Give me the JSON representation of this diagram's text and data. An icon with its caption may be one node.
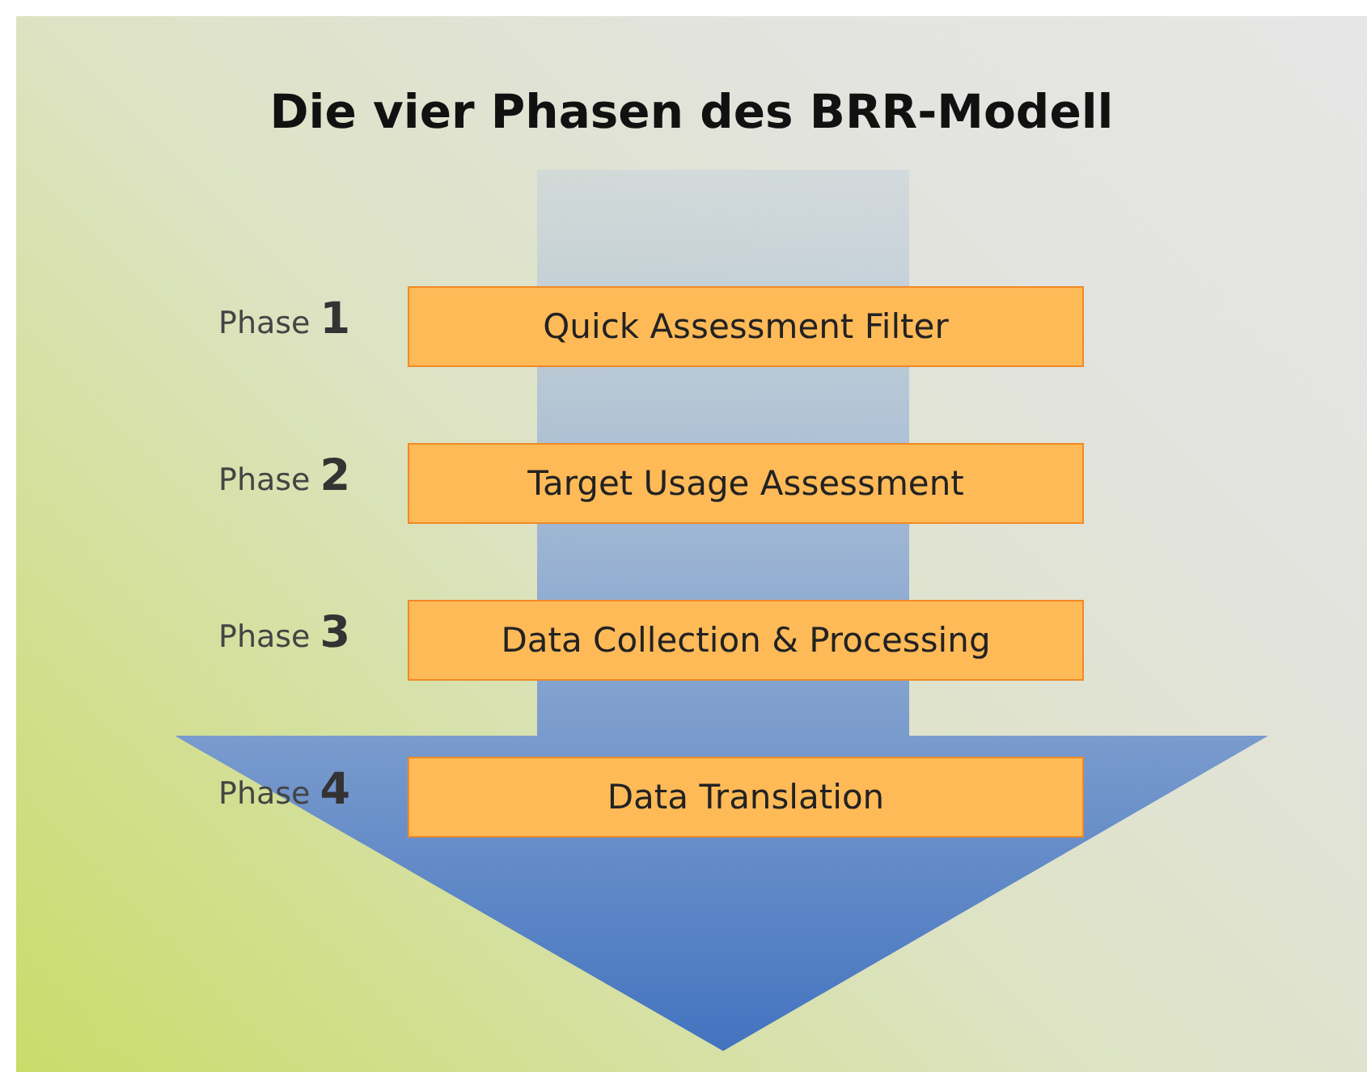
{
  "diagram": {
    "title": "Die vier Phasen des BRR-Modell",
    "nodes": [
      {
        "text": [
          "Quick Assessment Filter"
        ],
        "beside": [
          "Phase **1**"
        ]
      },
      {
        "text": [
          "Target Usage Assessment"
        ],
        "beside": [
          "Phase **2**"
        ]
      },
      {
        "text": [
          "Data Collection & Processing"
        ],
        "beside": [
          "Phase **3**"
        ]
      },
      {
        "text": [
          "Data Translation"
        ],
        "beside": [
          "Phase **4**"
        ]
      }
    ],
    "edges": []
  }
}
